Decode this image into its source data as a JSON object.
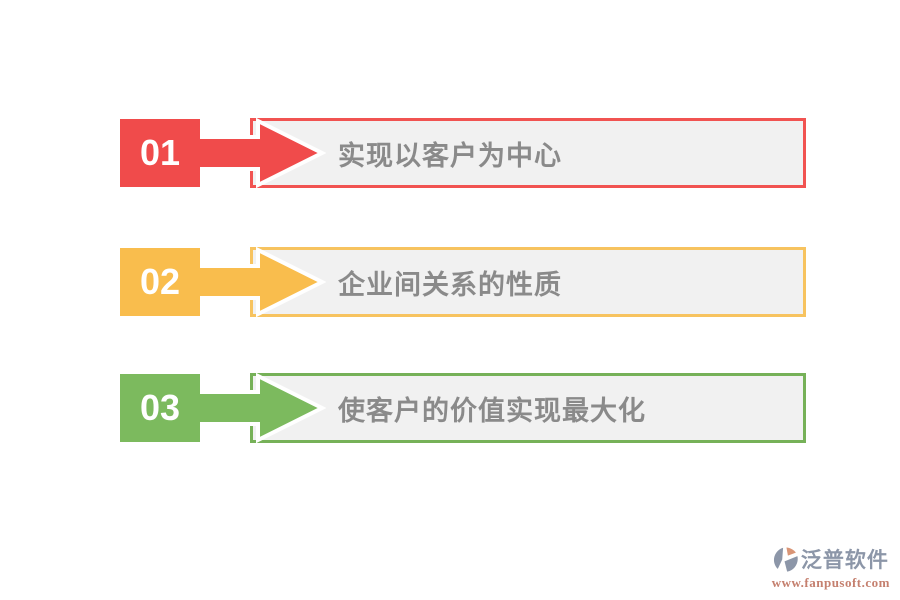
{
  "page": {
    "background_color": "#ffffff",
    "panel_fill_color": "#f1f1f1",
    "label_text_color": "#8a8a8a",
    "number_text_color": "#ffffff",
    "arrow_outline_color": "#ffffff"
  },
  "steps": [
    {
      "number": "01",
      "label": "实现以客户为中心",
      "color": "#f04b4b",
      "border_color": "#f15351"
    },
    {
      "number": "02",
      "label": "企业间关系的性质",
      "color": "#f9bd4d",
      "border_color": "#f7c35f"
    },
    {
      "number": "03",
      "label": "使客户的价值实现最大化",
      "color": "#7cba5e",
      "border_color": "#76b158"
    }
  ],
  "footer": {
    "brand": "泛普软件",
    "url": "www.fanpusoft.com",
    "brand_color": "#8c96a8",
    "url_color": "#c5806f",
    "icon_accent_color": "#d99576"
  }
}
